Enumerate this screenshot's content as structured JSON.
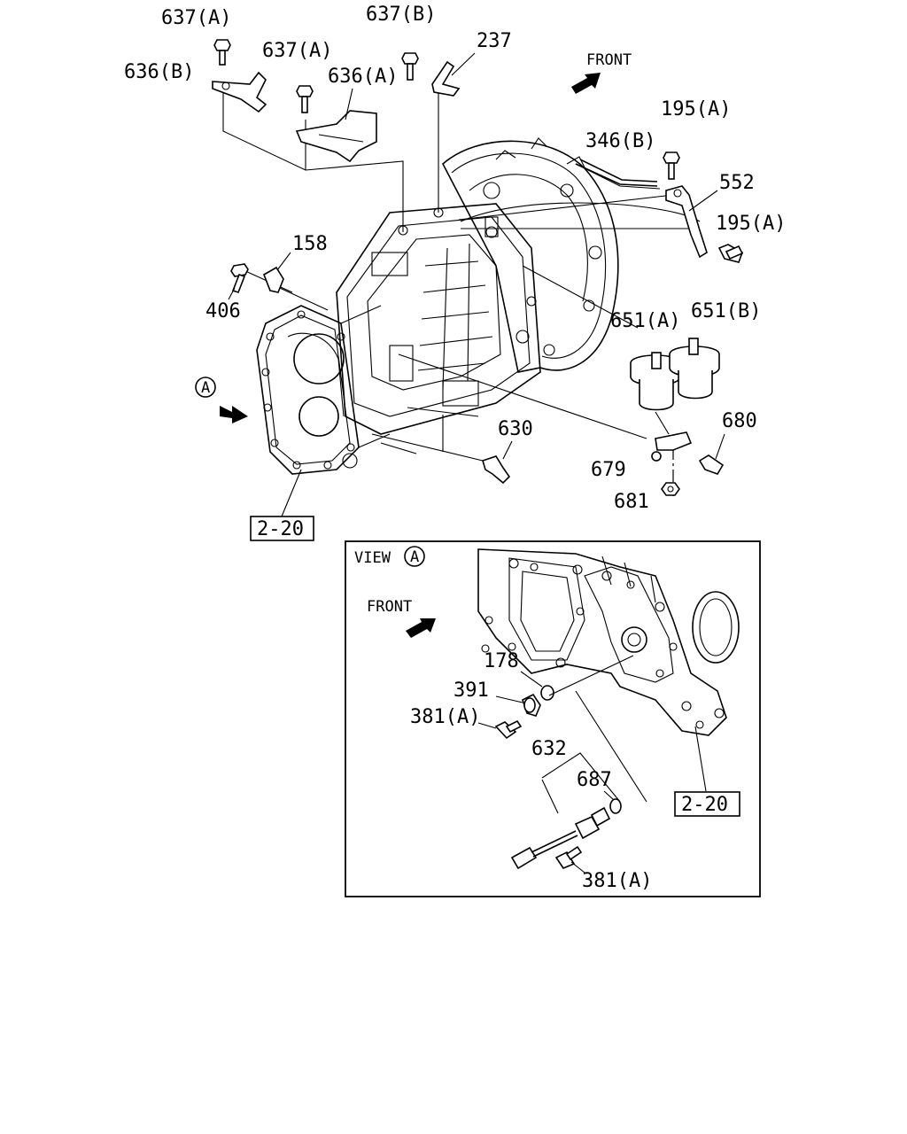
{
  "labels": {
    "l_637a_1": "637(A)",
    "l_637b": "637(B)",
    "l_237": "237",
    "l_637a_2": "637(A)",
    "l_636b": "636(B)",
    "l_636a": "636(A)",
    "l_front_top": "FRONT",
    "l_195a_1": "195(A)",
    "l_346b": "346(B)",
    "l_552": "552",
    "l_195a_2": "195(A)",
    "l_158": "158",
    "l_406": "406",
    "l_651a": "651(A)",
    "l_651b": "651(B)",
    "l_view_marker": "A",
    "l_680": "680",
    "l_630": "630",
    "l_679": "679",
    "l_681": "681",
    "l_2_20_top": "2-20",
    "l_view": "VIEW",
    "l_view_a": "A",
    "l_front_inset": "FRONT",
    "l_178": "178",
    "l_391": "391",
    "l_381a_1": "381(A)",
    "l_632": "632",
    "l_687": "687",
    "l_2_20_inset": "2-20",
    "l_381a_2": "381(A)"
  }
}
